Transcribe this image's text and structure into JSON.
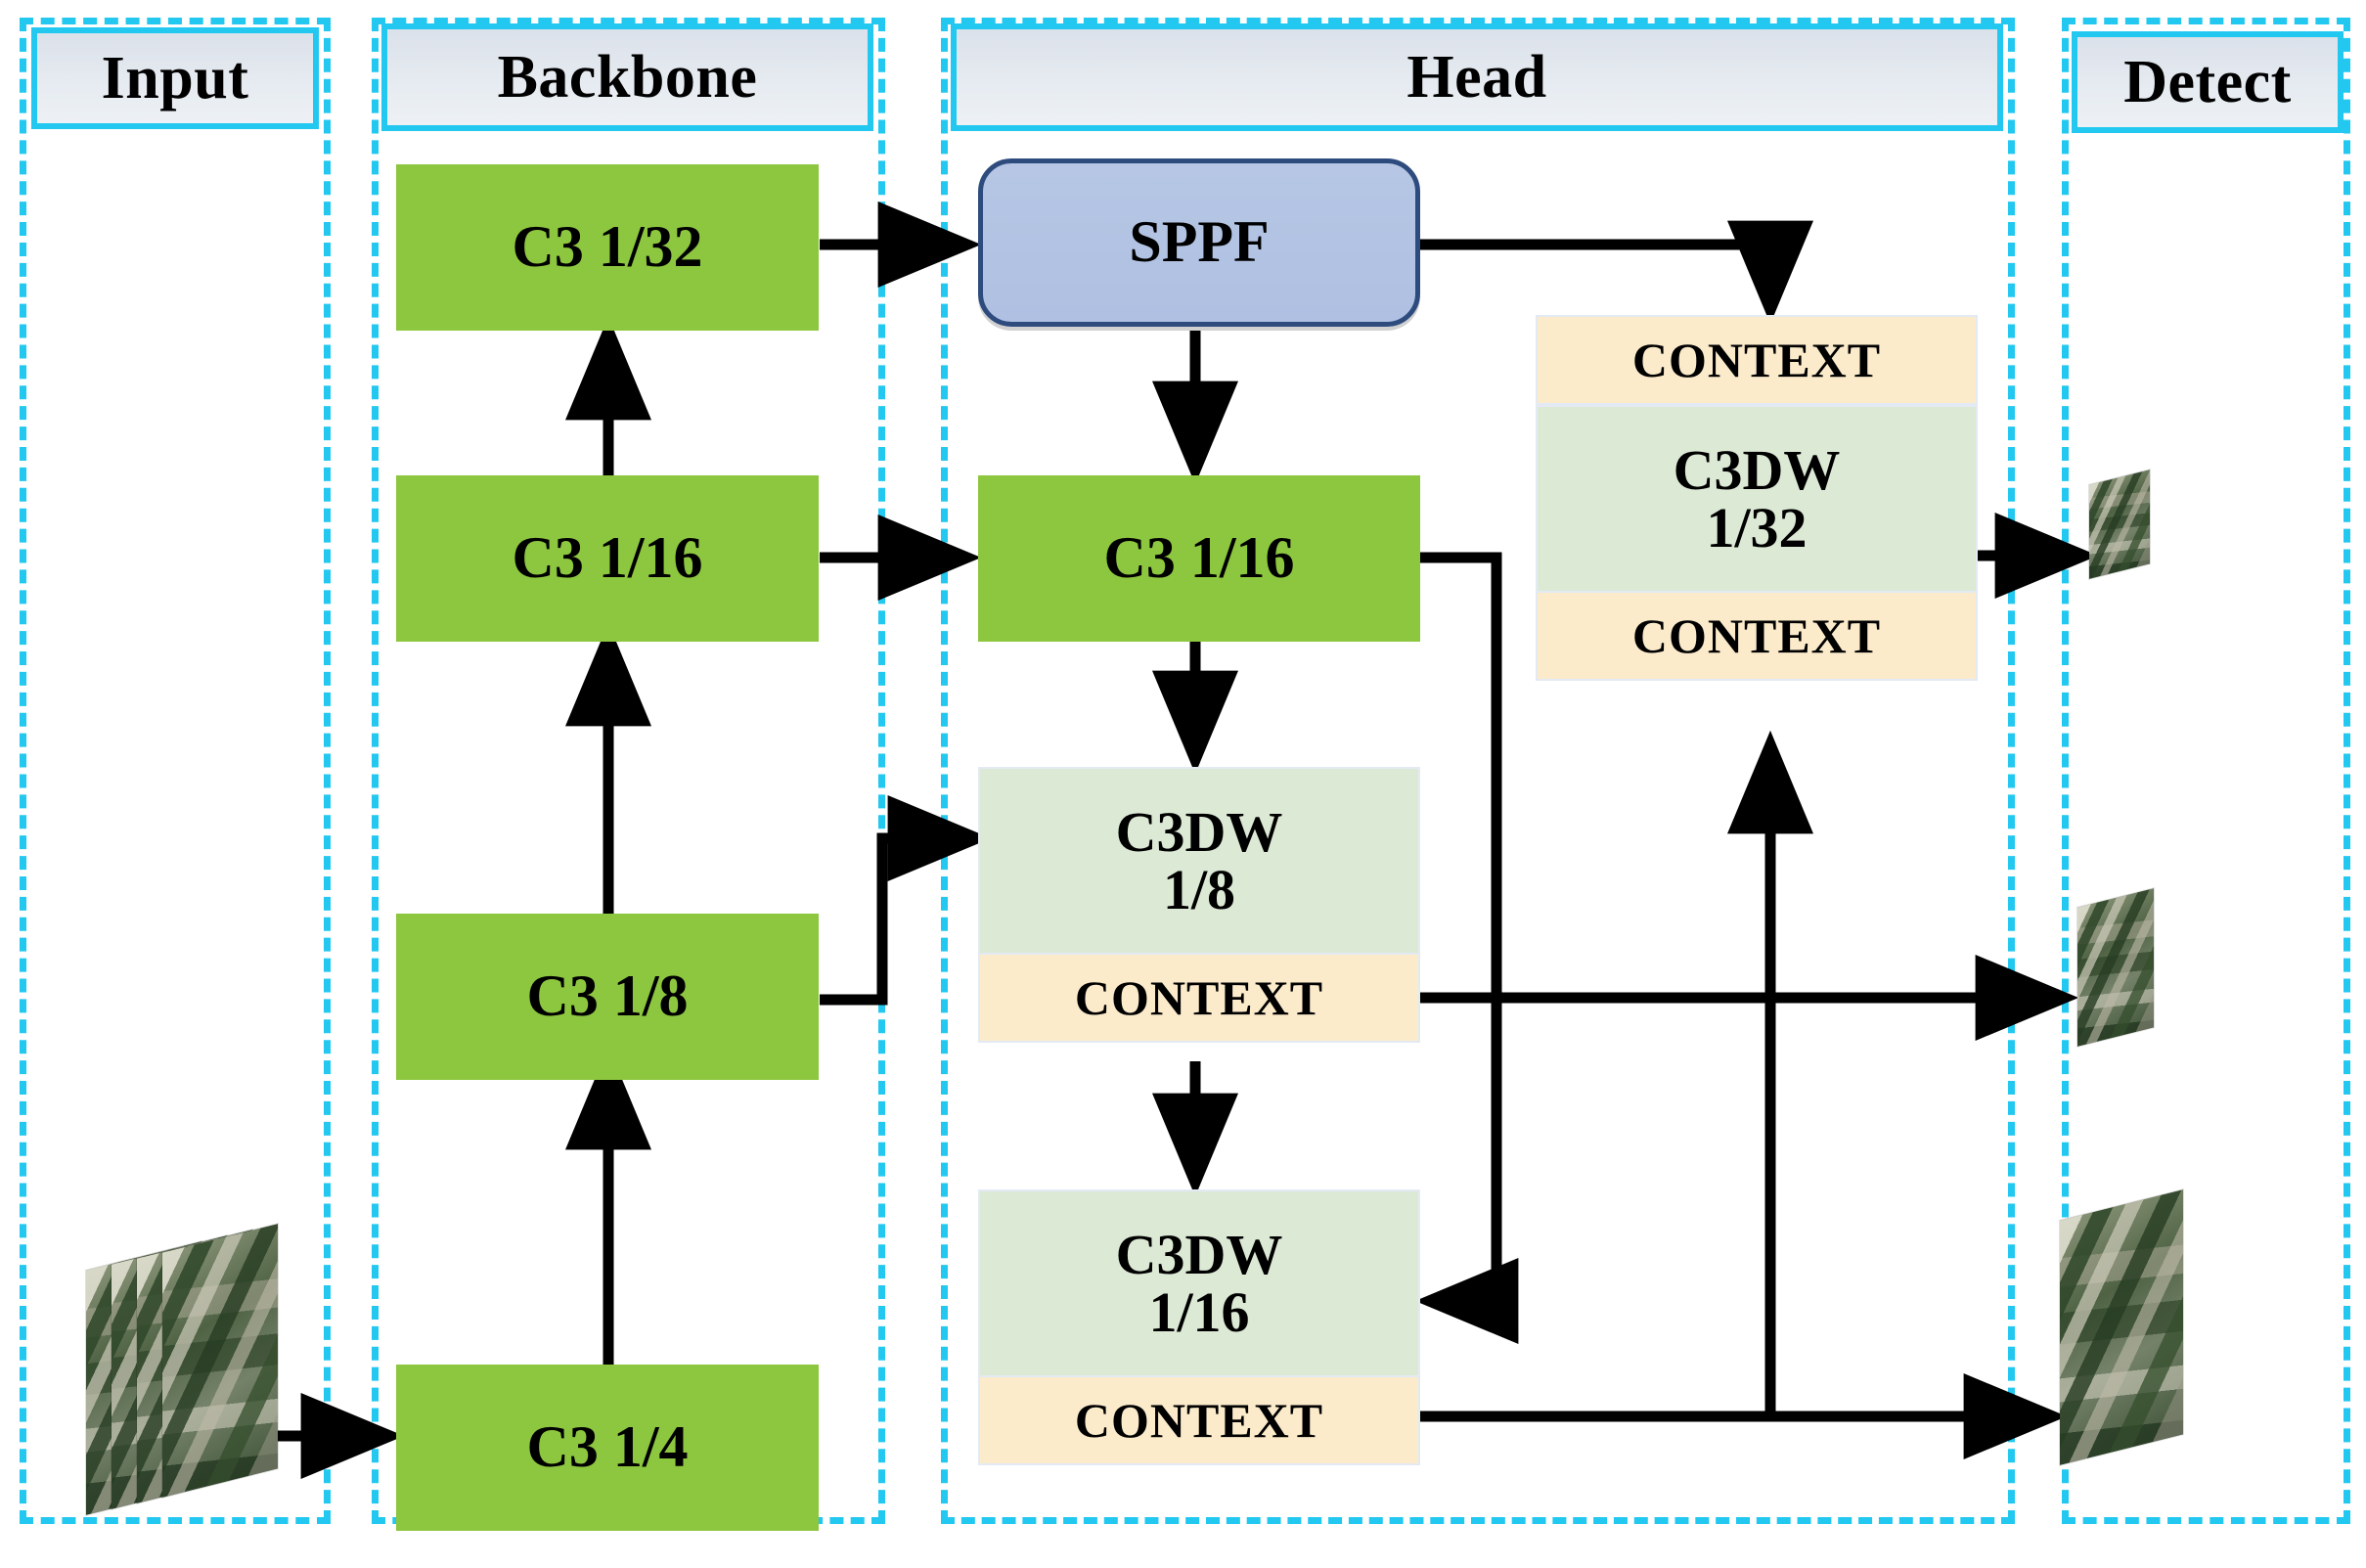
{
  "diagram": {
    "title": "Network architecture: Input / Backbone / Head / Detect",
    "colors": {
      "dashed_border": "#22C8F0",
      "header_fill": "#E2E8EF",
      "c3_green": "#8DC63F",
      "sppf_blue": "#B6C6E4",
      "sppf_border": "#2E4B7E",
      "c3dw_green": "#DCE9D5",
      "context_cream": "#FBEBCB",
      "arrow_black": "#000000"
    },
    "sections": [
      {
        "id": "input",
        "label": "Input"
      },
      {
        "id": "backbone",
        "label": "Backbone"
      },
      {
        "id": "head",
        "label": "Head"
      },
      {
        "id": "detect",
        "label": "Detect"
      }
    ],
    "blocks": {
      "backbone": [
        {
          "id": "c3_32",
          "label": "C3 1/32",
          "type": "c3"
        },
        {
          "id": "c3_16",
          "label": "C3 1/16",
          "type": "c3"
        },
        {
          "id": "c3_8",
          "label": "C3 1/8",
          "type": "c3"
        },
        {
          "id": "c3_4",
          "label": "C3 1/4",
          "type": "c3"
        }
      ],
      "head": [
        {
          "id": "sppf",
          "label": "SPPF",
          "type": "sppf"
        },
        {
          "id": "head_c3_16",
          "label": "C3 1/16",
          "type": "c3"
        },
        {
          "id": "c3dw_8",
          "label_line1": "C3DW",
          "label_line2": "1/8",
          "type": "c3dw"
        },
        {
          "id": "ctx_8",
          "label": "CONTEXT",
          "type": "context"
        },
        {
          "id": "c3dw_16",
          "label_line1": "C3DW",
          "label_line2": "1/16",
          "type": "c3dw"
        },
        {
          "id": "ctx_16",
          "label": "CONTEXT",
          "type": "context"
        },
        {
          "id": "ctx_32_top",
          "label": "CONTEXT",
          "type": "context"
        },
        {
          "id": "c3dw_32",
          "label_line1": "C3DW",
          "label_line2": "1/32",
          "type": "c3dw"
        },
        {
          "id": "ctx_32_bot",
          "label": "CONTEXT",
          "type": "context"
        }
      ]
    },
    "images": {
      "input_stack_name": "input-image-stack",
      "detect_small_name": "detect-output-small",
      "detect_medium_name": "detect-output-medium",
      "detect_large_name": "detect-output-large"
    },
    "connections": [
      {
        "from": "input-image-stack",
        "to": "c3_4",
        "style": "straight-right"
      },
      {
        "from": "c3_4",
        "to": "c3_8",
        "style": "straight-up"
      },
      {
        "from": "c3_8",
        "to": "c3_16",
        "style": "straight-up"
      },
      {
        "from": "c3_16",
        "to": "c3_32",
        "style": "straight-up"
      },
      {
        "from": "c3_32",
        "to": "sppf",
        "style": "straight-right"
      },
      {
        "from": "sppf",
        "to": "ctx_32_top",
        "style": "elbow-right-down"
      },
      {
        "from": "sppf",
        "to": "head_c3_16",
        "style": "straight-down"
      },
      {
        "from": "c3_16",
        "to": "head_c3_16",
        "style": "straight-right"
      },
      {
        "from": "c3_8",
        "to": "c3dw_8",
        "style": "elbow-right-up"
      },
      {
        "from": "head_c3_16",
        "to": "c3dw_8",
        "style": "straight-down"
      },
      {
        "from": "head_c3_16",
        "to": "c3dw_16",
        "style": "elbow-right-down-left"
      },
      {
        "from": "c3dw_8",
        "to": "c3dw_16",
        "style": "straight-down"
      },
      {
        "from": "ctx_8",
        "to": "detect-output-medium",
        "style": "straight-right"
      },
      {
        "from": "ctx_16",
        "to": "detect-output-large",
        "style": "straight-right"
      },
      {
        "from": "ctx_16",
        "to": "ctx_32_bot",
        "style": "elbow-up"
      },
      {
        "from": "c3dw_32",
        "to": "detect-output-small",
        "style": "straight-right"
      }
    ]
  }
}
